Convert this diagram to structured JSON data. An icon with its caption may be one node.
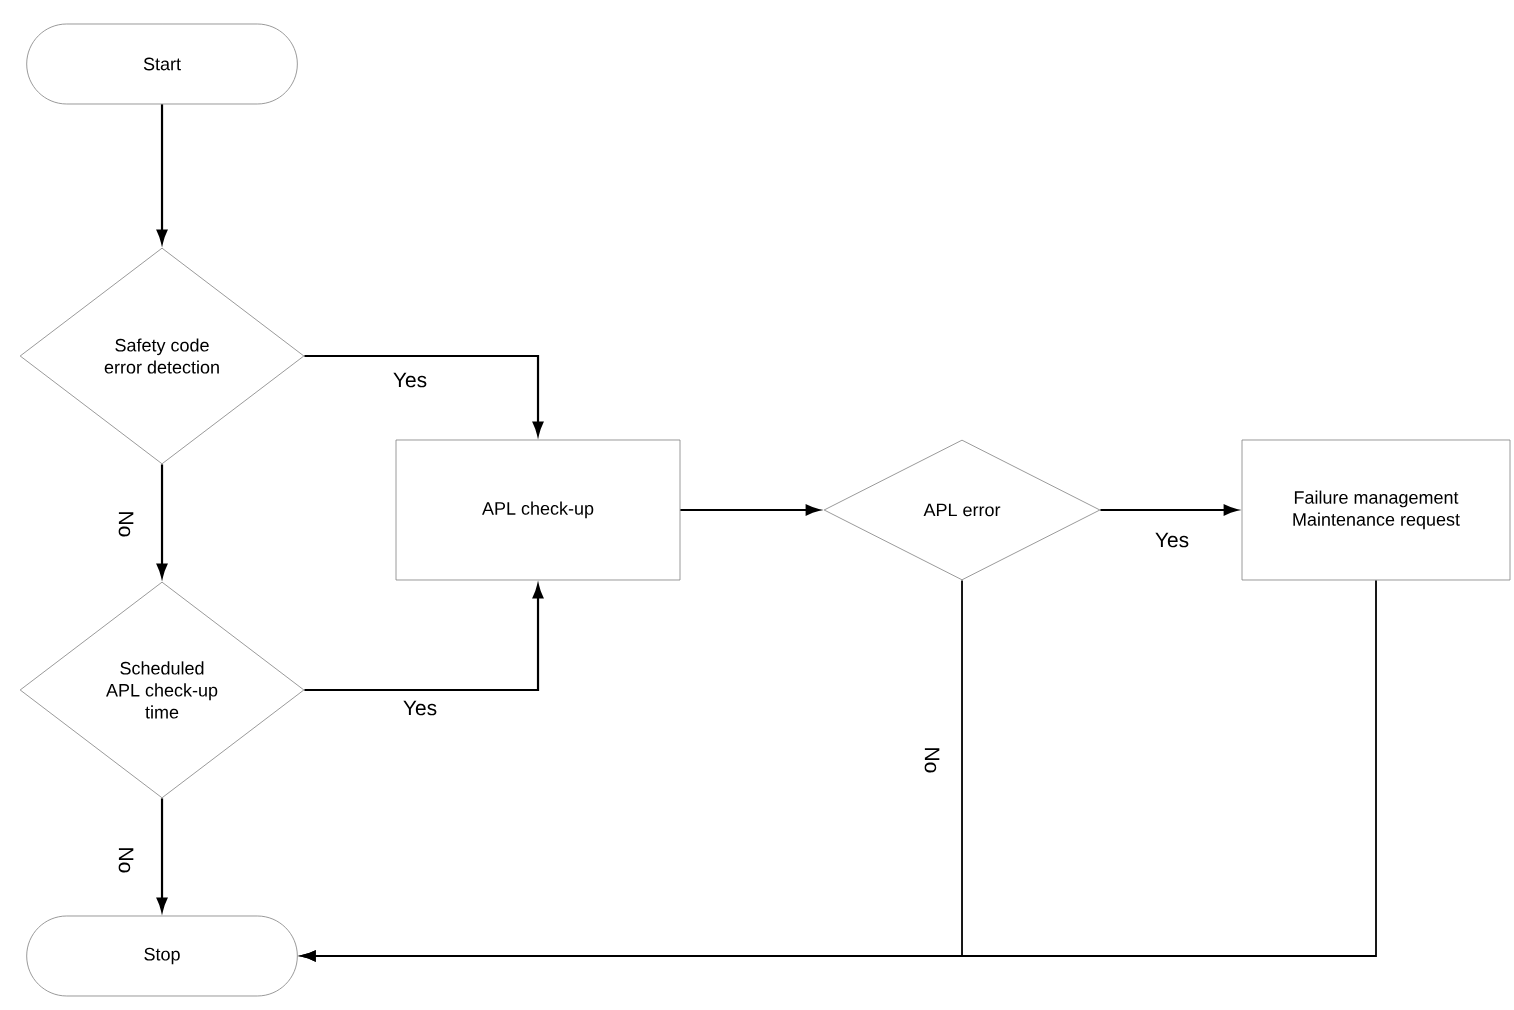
{
  "diagram": {
    "nodes": [
      {
        "text": [
          "Start"
        ]
      },
      {
        "text": [
          "Safety code error detection"
        ]
      },
      {
        "text": [
          "Scheduled APL check-up time"
        ]
      },
      {
        "text": [
          "APL check-up"
        ]
      },
      {
        "text": [
          "APL error"
        ]
      },
      {
        "text": [
          "Failure management",
          "Maintenance request"
        ]
      },
      {
        "text": [
          "Stop"
        ]
      }
    ],
    "edges": [
      {
        "from": 0,
        "to": 1,
        "arrow": "to"
      },
      {
        "from": 1,
        "to": 3,
        "arrow": "to",
        "label": "Yes"
      },
      {
        "from": 1,
        "to": 2,
        "arrow": "to",
        "label": "No"
      },
      {
        "from": 2,
        "to": 3,
        "arrow": "to",
        "label": "Yes"
      },
      {
        "from": 2,
        "to": 6,
        "arrow": "to",
        "label": "No"
      },
      {
        "from": 3,
        "to": 4,
        "arrow": "to"
      },
      {
        "from": 4,
        "to": 5,
        "arrow": "to",
        "label": "Yes"
      },
      {
        "from": 4,
        "to": 6,
        "arrow": "to",
        "label": "No"
      },
      {
        "from": 5,
        "to": 6,
        "arrow": "to"
      }
    ]
  }
}
